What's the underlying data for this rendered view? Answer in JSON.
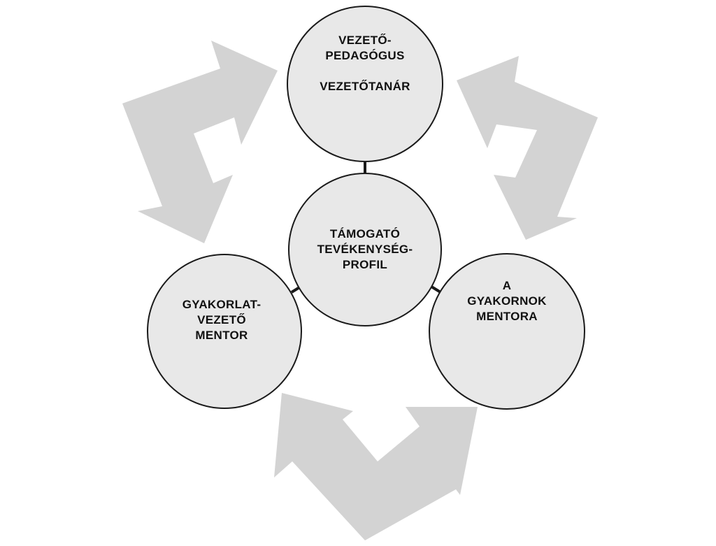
{
  "colors": {
    "arrow_fill": "#d3d3d3",
    "node_fill": "#e8e8e8",
    "node_stroke": "#1a1a1a",
    "text": "#111111"
  },
  "nodes": {
    "top": {
      "lines": [
        "VEZETŐ-",
        "PEDAGÓGUS",
        "",
        "VEZETŐTANÁR"
      ]
    },
    "center": {
      "lines": [
        "TÁMOGATÓ",
        "TEVÉKENYSÉG-",
        "PROFIL"
      ]
    },
    "left": {
      "lines": [
        "GYAKORLAT-",
        "VEZETŐ",
        "MENTOR"
      ]
    },
    "right": {
      "lines": [
        "A",
        "GYAKORNOK",
        "MENTORA"
      ]
    }
  }
}
